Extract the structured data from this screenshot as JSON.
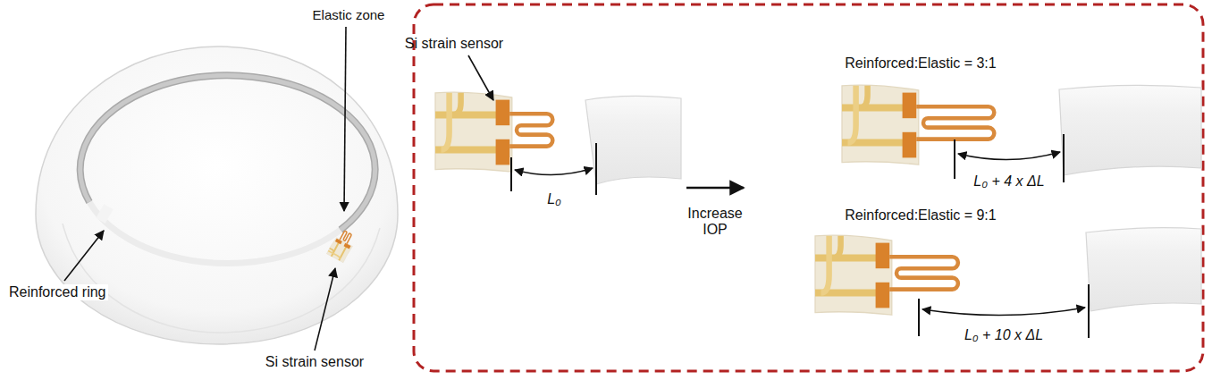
{
  "diagram": {
    "labels": [
      "Elastic zone",
      "Si strain sensor",
      "Reinforced ring",
      "Si strain sensor",
      "L₀",
      "Increase IOP",
      "Reinforced:Elastic = 3:1",
      "L₀ + 4 x ΔL",
      "Reinforced:Elastic = 9:1",
      "L₀ + 10 x ΔL"
    ]
  }
}
